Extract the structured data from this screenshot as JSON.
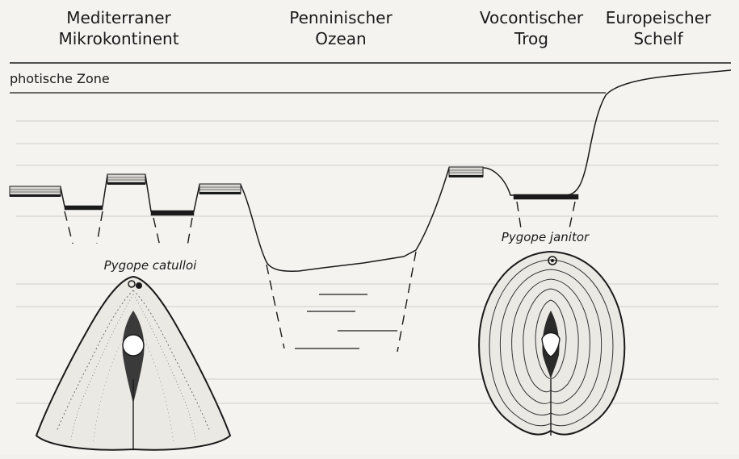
{
  "regions": [
    {
      "line1": "Mediterraner",
      "line2": "Mikrokontinent"
    },
    {
      "line1": "Penninischer",
      "line2": "Ozean"
    },
    {
      "line1": "Vocontischer",
      "line2": "Trog"
    },
    {
      "line1": "Europeischer",
      "line2": "Schelf"
    }
  ],
  "zone_label": "photische Zone",
  "species": [
    {
      "name": "Pygope catulloi"
    },
    {
      "name": "Pygope janitor"
    }
  ]
}
